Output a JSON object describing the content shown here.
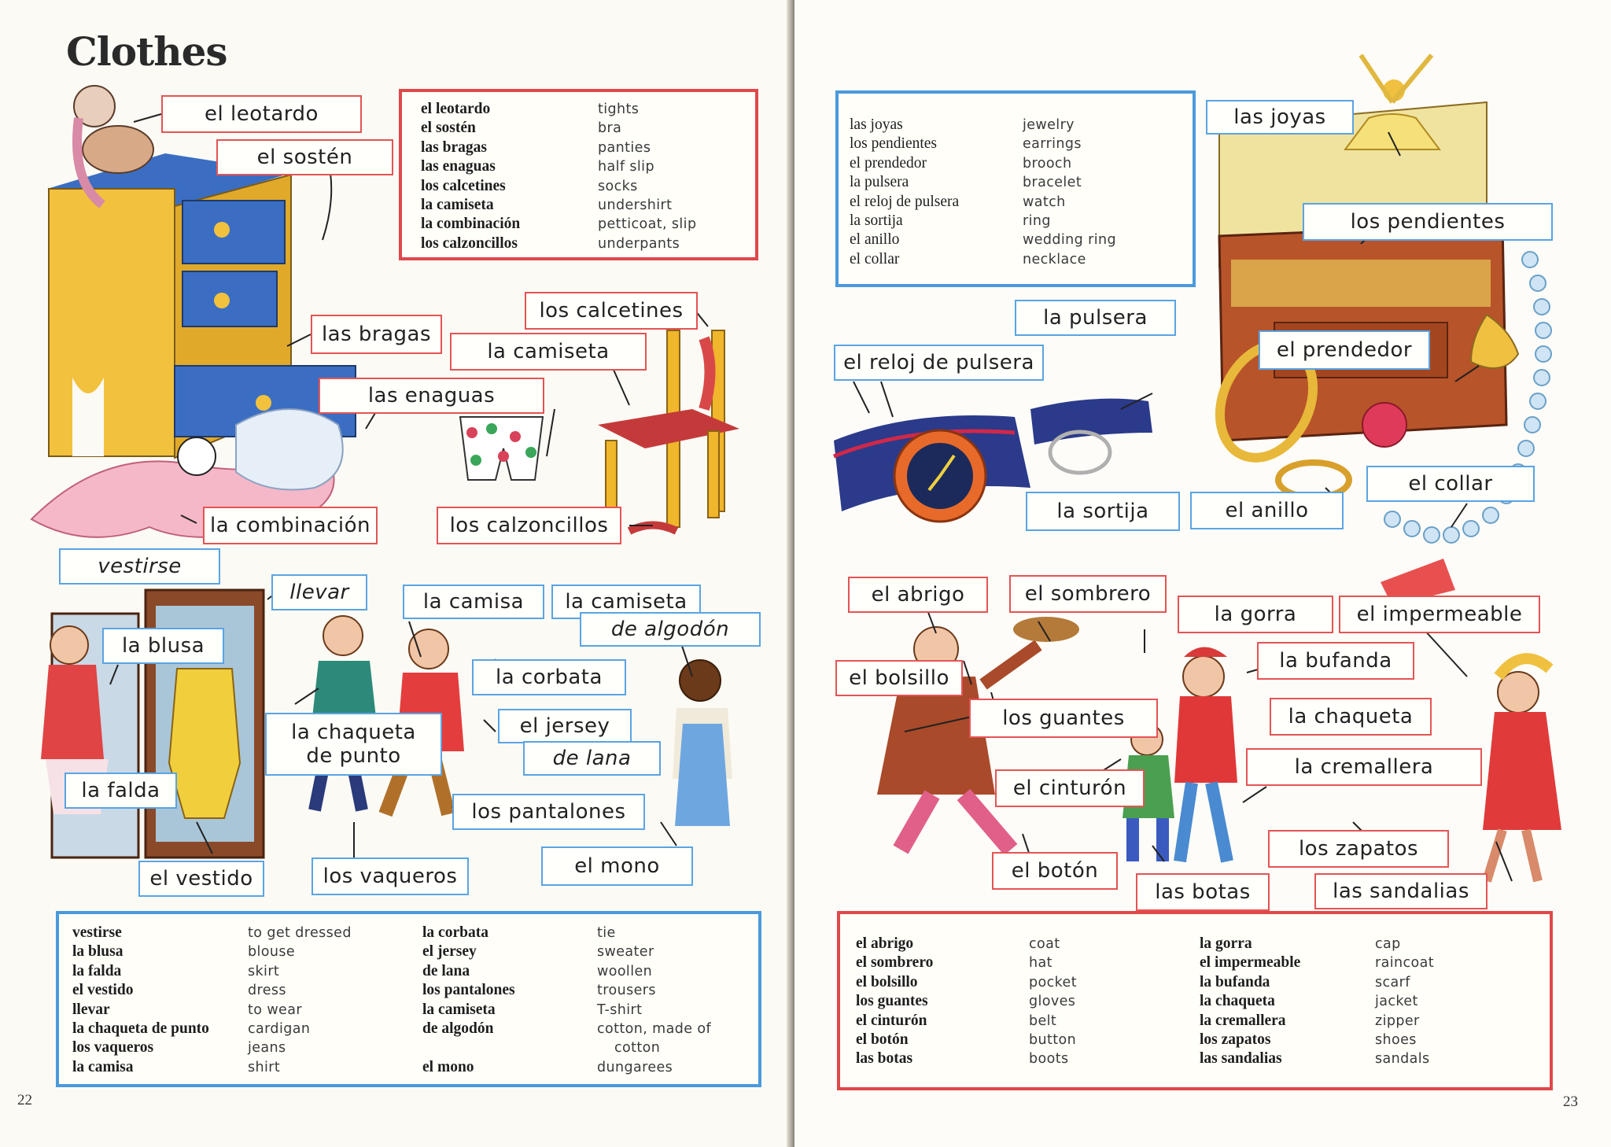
{
  "page_left": {
    "title": "Clothes",
    "page_number": "22",
    "top_vocab": {
      "spanish": [
        "el leotardo",
        "el sostén",
        "las bragas",
        "las enaguas",
        "los calcetines",
        "la camiseta",
        "la combinación",
        "los calzoncillos"
      ],
      "english": [
        "tights",
        "bra",
        "panties",
        "half slip",
        "socks",
        "undershirt",
        "petticoat, slip",
        "underpants"
      ]
    },
    "bottom_vocab": {
      "col1_spanish": [
        "vestirse",
        "la blusa",
        "la falda",
        "el vestido",
        "llevar",
        "la chaqueta de punto",
        "los vaqueros",
        "la camisa"
      ],
      "col1_english": [
        "to get dressed",
        "blouse",
        "skirt",
        "dress",
        "to wear",
        "cardigan",
        "jeans",
        "shirt"
      ],
      "col2_spanish": [
        "la corbata",
        "el jersey",
        "de lana",
        "los pantalones",
        "la camiseta",
        "de algodón",
        "",
        "el mono"
      ],
      "col2_english": [
        "tie",
        "sweater",
        "woollen",
        "trousers",
        "T-shirt",
        "cotton, made of",
        "cotton",
        "dungarees"
      ]
    },
    "labels": {
      "leotardo": "el leotardo",
      "sosten": "el sostén",
      "bragas": "las bragas",
      "enaguas": "las enaguas",
      "calcetines": "los calcetines",
      "camiseta": "la camiseta",
      "combinacion": "la combinación",
      "calzoncillos": "los calzoncillos",
      "vestirse": "vestirse",
      "llevar": "llevar",
      "blusa": "la blusa",
      "falda": "la falda",
      "vestido": "el vestido",
      "chaqueta_punto_1": "la chaqueta",
      "chaqueta_punto_2": "de punto",
      "camisa": "la camisa",
      "camiseta_algodon_1": "la camiseta",
      "camiseta_algodon_2": "de algodón",
      "corbata": "la corbata",
      "jersey": "el jersey",
      "de_lana": "de lana",
      "pantalones": "los pantalones",
      "vaqueros": "los vaqueros",
      "mono": "el mono"
    }
  },
  "page_right": {
    "page_number": "23",
    "top_vocab": {
      "spanish": [
        "las joyas",
        "los pendientes",
        "el prendedor",
        "la pulsera",
        "el reloj de pulsera",
        "la sortija",
        "el anillo",
        "el collar"
      ],
      "english": [
        "jewelry",
        "earrings",
        "brooch",
        "bracelet",
        "watch",
        "ring",
        "wedding ring",
        "necklace"
      ]
    },
    "bottom_vocab": {
      "col1_spanish": [
        "el abrigo",
        "el sombrero",
        "el bolsillo",
        "los guantes",
        "el cinturón",
        "el botón",
        "las botas"
      ],
      "col1_english": [
        "coat",
        "hat",
        "pocket",
        "gloves",
        "belt",
        "button",
        "boots"
      ],
      "col2_spanish": [
        "la gorra",
        "el impermeable",
        "la bufanda",
        "la chaqueta",
        "la cremallera",
        "los zapatos",
        "las sandalias"
      ],
      "col2_english": [
        "cap",
        "raincoat",
        "scarf",
        "jacket",
        "zipper",
        "shoes",
        "sandals"
      ]
    },
    "labels": {
      "joyas": "las joyas",
      "pendientes": "los pendientes",
      "pulsera": "la pulsera",
      "reloj": "el reloj de pulsera",
      "prendedor": "el prendedor",
      "sortija": "la sortija",
      "anillo": "el anillo",
      "collar": "el collar",
      "abrigo": "el abrigo",
      "sombrero": "el sombrero",
      "gorra": "la gorra",
      "impermeable": "el impermeable",
      "bufanda": "la bufanda",
      "bolsillo": "el bolsillo",
      "guantes": "los guantes",
      "chaqueta": "la chaqueta",
      "cremallera": "la cremallera",
      "cinturon": "el cinturón",
      "zapatos": "los zapatos",
      "boton": "el botón",
      "botas": "las botas",
      "sandalias": "las sandalias"
    }
  },
  "colors": {
    "red_border": "#e0484a",
    "blue_border": "#4a9adc",
    "paper": "#fbfaf5"
  }
}
